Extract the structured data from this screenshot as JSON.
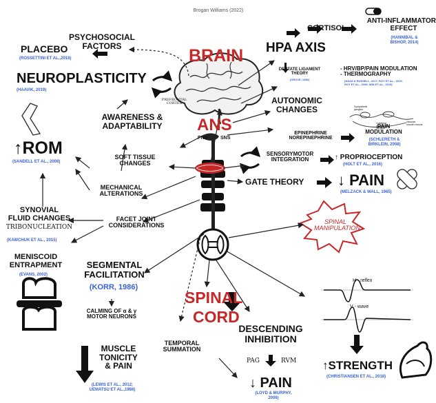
{
  "header": {
    "author": "Brogan Williams (2022)"
  },
  "center": {
    "brain": "BRAIN",
    "ans": "ANS",
    "pns": "PNS",
    "sns": "SNS",
    "spinal": "SPINAL",
    "cord": "CORD",
    "prefrontal": "PREFRONTAL\nCORTEX"
  },
  "spinal_manipulation": "SPINAL\nMANIPULATION",
  "left": {
    "placebo": "PLACEBO",
    "placebo_cite": "(ROSSETTINI ET AL.,2018)",
    "psychosocial": "PSYCHOSOCIAL\nFACTORS",
    "neuroplasticity": "NEUROPLASTICITY",
    "neuro_cite": "(HAAVIK, 2019)",
    "awareness": "AWARENESS &\nADAPTABILITY",
    "rom": "↑ROM",
    "rom_cite": "(SANDELL ET AL., 2008)",
    "soft_tissue": "SOFT TISSUE\nCHANGES",
    "mechanical": "MECHANICAL\nALTERATIONS",
    "synovial": "SYNOVIAL\nFLUID CHANGES",
    "tribonucleation": "TRIBONUCLEATION",
    "synovial_cite": "(KAWCHUK ET AL., 2015)",
    "facet": "FACET JOINT\nCONSIDERATIONS",
    "meniscoid": "MENISCOID\nENTRAPMENT",
    "meniscoid_cite": "(EVANS, 2002)",
    "segmental": "SEGMENTAL\nFACILITATION",
    "korr": "(KORR, 1986)",
    "calming": "CALMING OF α & γ\nMOTOR NEURONS",
    "muscle": "MUSCLE\nTONICITY\n& PAIN",
    "muscle_cite": "(LEWIS ET AL., 2012;\nUEMATSU ET AL.,1988)"
  },
  "right": {
    "anti": "ANTI-INFLAMMATORY\nEFFECT",
    "anti_cite": "(HANNIBAL &\nBISHOP, 2014)",
    "cortisol": "CORTISOL",
    "hpa": "HPA AXIS",
    "dentate": "DENTATE LIGAMENT\nTHEORY",
    "dentate_cite": "(GROVE, 1986)",
    "hrv": "- HRV/BP/PAIN MODULATION\n- THERMOGRAPHY",
    "hrv_cite": "(NAAS & RUSSELL, 2017; ROY ET AL., 2019;\nROY ET AL., 2009; WIN ET AL., 2015)",
    "autonomic": "AUTONOMIC\nCHANGES",
    "epi": "EPINEPHRINE\nNOREPINEPHRINE",
    "pain_mod": "PAIN\nMODULATION",
    "pain_mod_cite": "(SCHLERETH &\nBIRKLEIN, 2008)",
    "sensorimotor": "SENSORYMOTOR\nINTEGRATION",
    "proprio": "↑ PROPRIOCEPTION",
    "proprio_cite": "(HOLT ET AL., 2016)",
    "gate": "GATE THEORY",
    "pain": "↓ PAIN",
    "pain_cite": "(MELZACK & WALL, 1965)",
    "hreflex": "H - reflex",
    "vwave": "V - wave",
    "strength": "↑STRENGTH",
    "strength_cite": "(CHRISTIANSEN ET AL., 2018)",
    "symp_labels": [
      "Sympathetic\nganglion",
      "Collateral\nsympathetic\nganglion",
      "Vascular\nsmooth muscle"
    ]
  },
  "bottom": {
    "temporal": "TEMPORAL\nSUMMATION",
    "descending": "DESCENDING\nINHIBITION",
    "pag": "PAG",
    "rvm": "RVM",
    "pain": "↓ PAIN",
    "pain_cite": "(LOYD & MURPHY,\n2006)"
  }
}
